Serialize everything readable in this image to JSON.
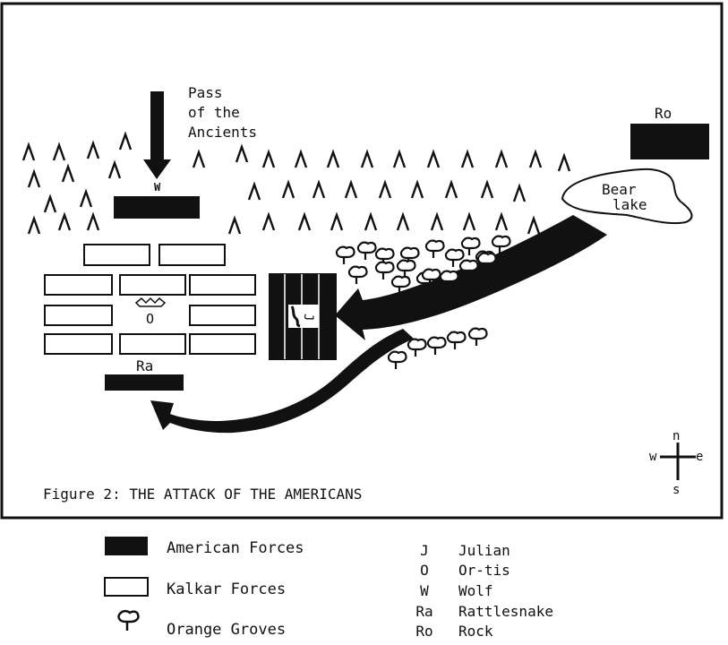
{
  "map": {
    "pass_label": [
      "Pass",
      "of the",
      "Ancients"
    ],
    "lake_label": [
      "Bear",
      "lake"
    ],
    "markers": {
      "rock": "Ro",
      "wolf": "W",
      "ortis": "O",
      "julian": "J",
      "rattlesnake": "Ra"
    },
    "compass": {
      "n": "n",
      "s": "s",
      "e": "e",
      "w": "w"
    },
    "caption": "Figure 2:  THE ATTACK OF THE AMERICANS"
  },
  "legend": {
    "items": [
      {
        "symbol": "filled-rect",
        "label": "American Forces"
      },
      {
        "symbol": "outline-rect",
        "label": "Kalkar Forces"
      },
      {
        "symbol": "tree-icon",
        "label": "Orange Groves"
      }
    ],
    "abbreviations": [
      {
        "code": "J",
        "name": "Julian"
      },
      {
        "code": "O",
        "name": "Or-tis"
      },
      {
        "code": "W",
        "name": "Wolf"
      },
      {
        "code": "Ra",
        "name": "Rattlesnake"
      },
      {
        "code": "Ro",
        "name": "Rock"
      }
    ]
  },
  "colors": {
    "ink": "#111111",
    "paper": "#ffffff"
  }
}
